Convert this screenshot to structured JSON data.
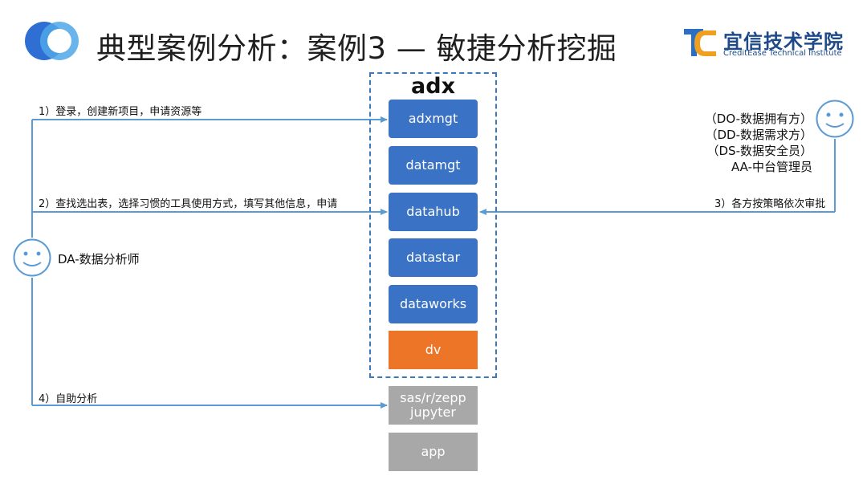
{
  "header": {
    "title": "典型案例分析：案例3 — 敏捷分析挖掘",
    "brand_cn": "宜信技术学院",
    "brand_en": "CreditEase Technical Institute"
  },
  "adx": {
    "title": "adx",
    "modules": [
      "adxmgt",
      "datamgt",
      "datahub",
      "datastar",
      "dataworks",
      "dv"
    ]
  },
  "external": {
    "tools": "sas/r/zepp\njupyter",
    "app": "app"
  },
  "steps": {
    "step1": "1）登录，创建新项目，申请资源等",
    "step2": "2）查找选出表，选择习惯的工具使用方式，填写其他信息，申请",
    "step3": "3）各方按策略依次审批",
    "step4": "4）自助分析"
  },
  "actors": {
    "analyst": "DA-数据分析师",
    "approvers": [
      "（DO-数据拥有方）",
      "（DD-数据需求方）",
      "（DS-数据安全员）",
      "AA-中台管理员"
    ]
  },
  "colors": {
    "blue_module": "#3a72c5",
    "orange_module": "#ed7528",
    "gray_module": "#a8a8a8",
    "arrow": "#5b9bd5",
    "brand": "#1e4a8a"
  }
}
